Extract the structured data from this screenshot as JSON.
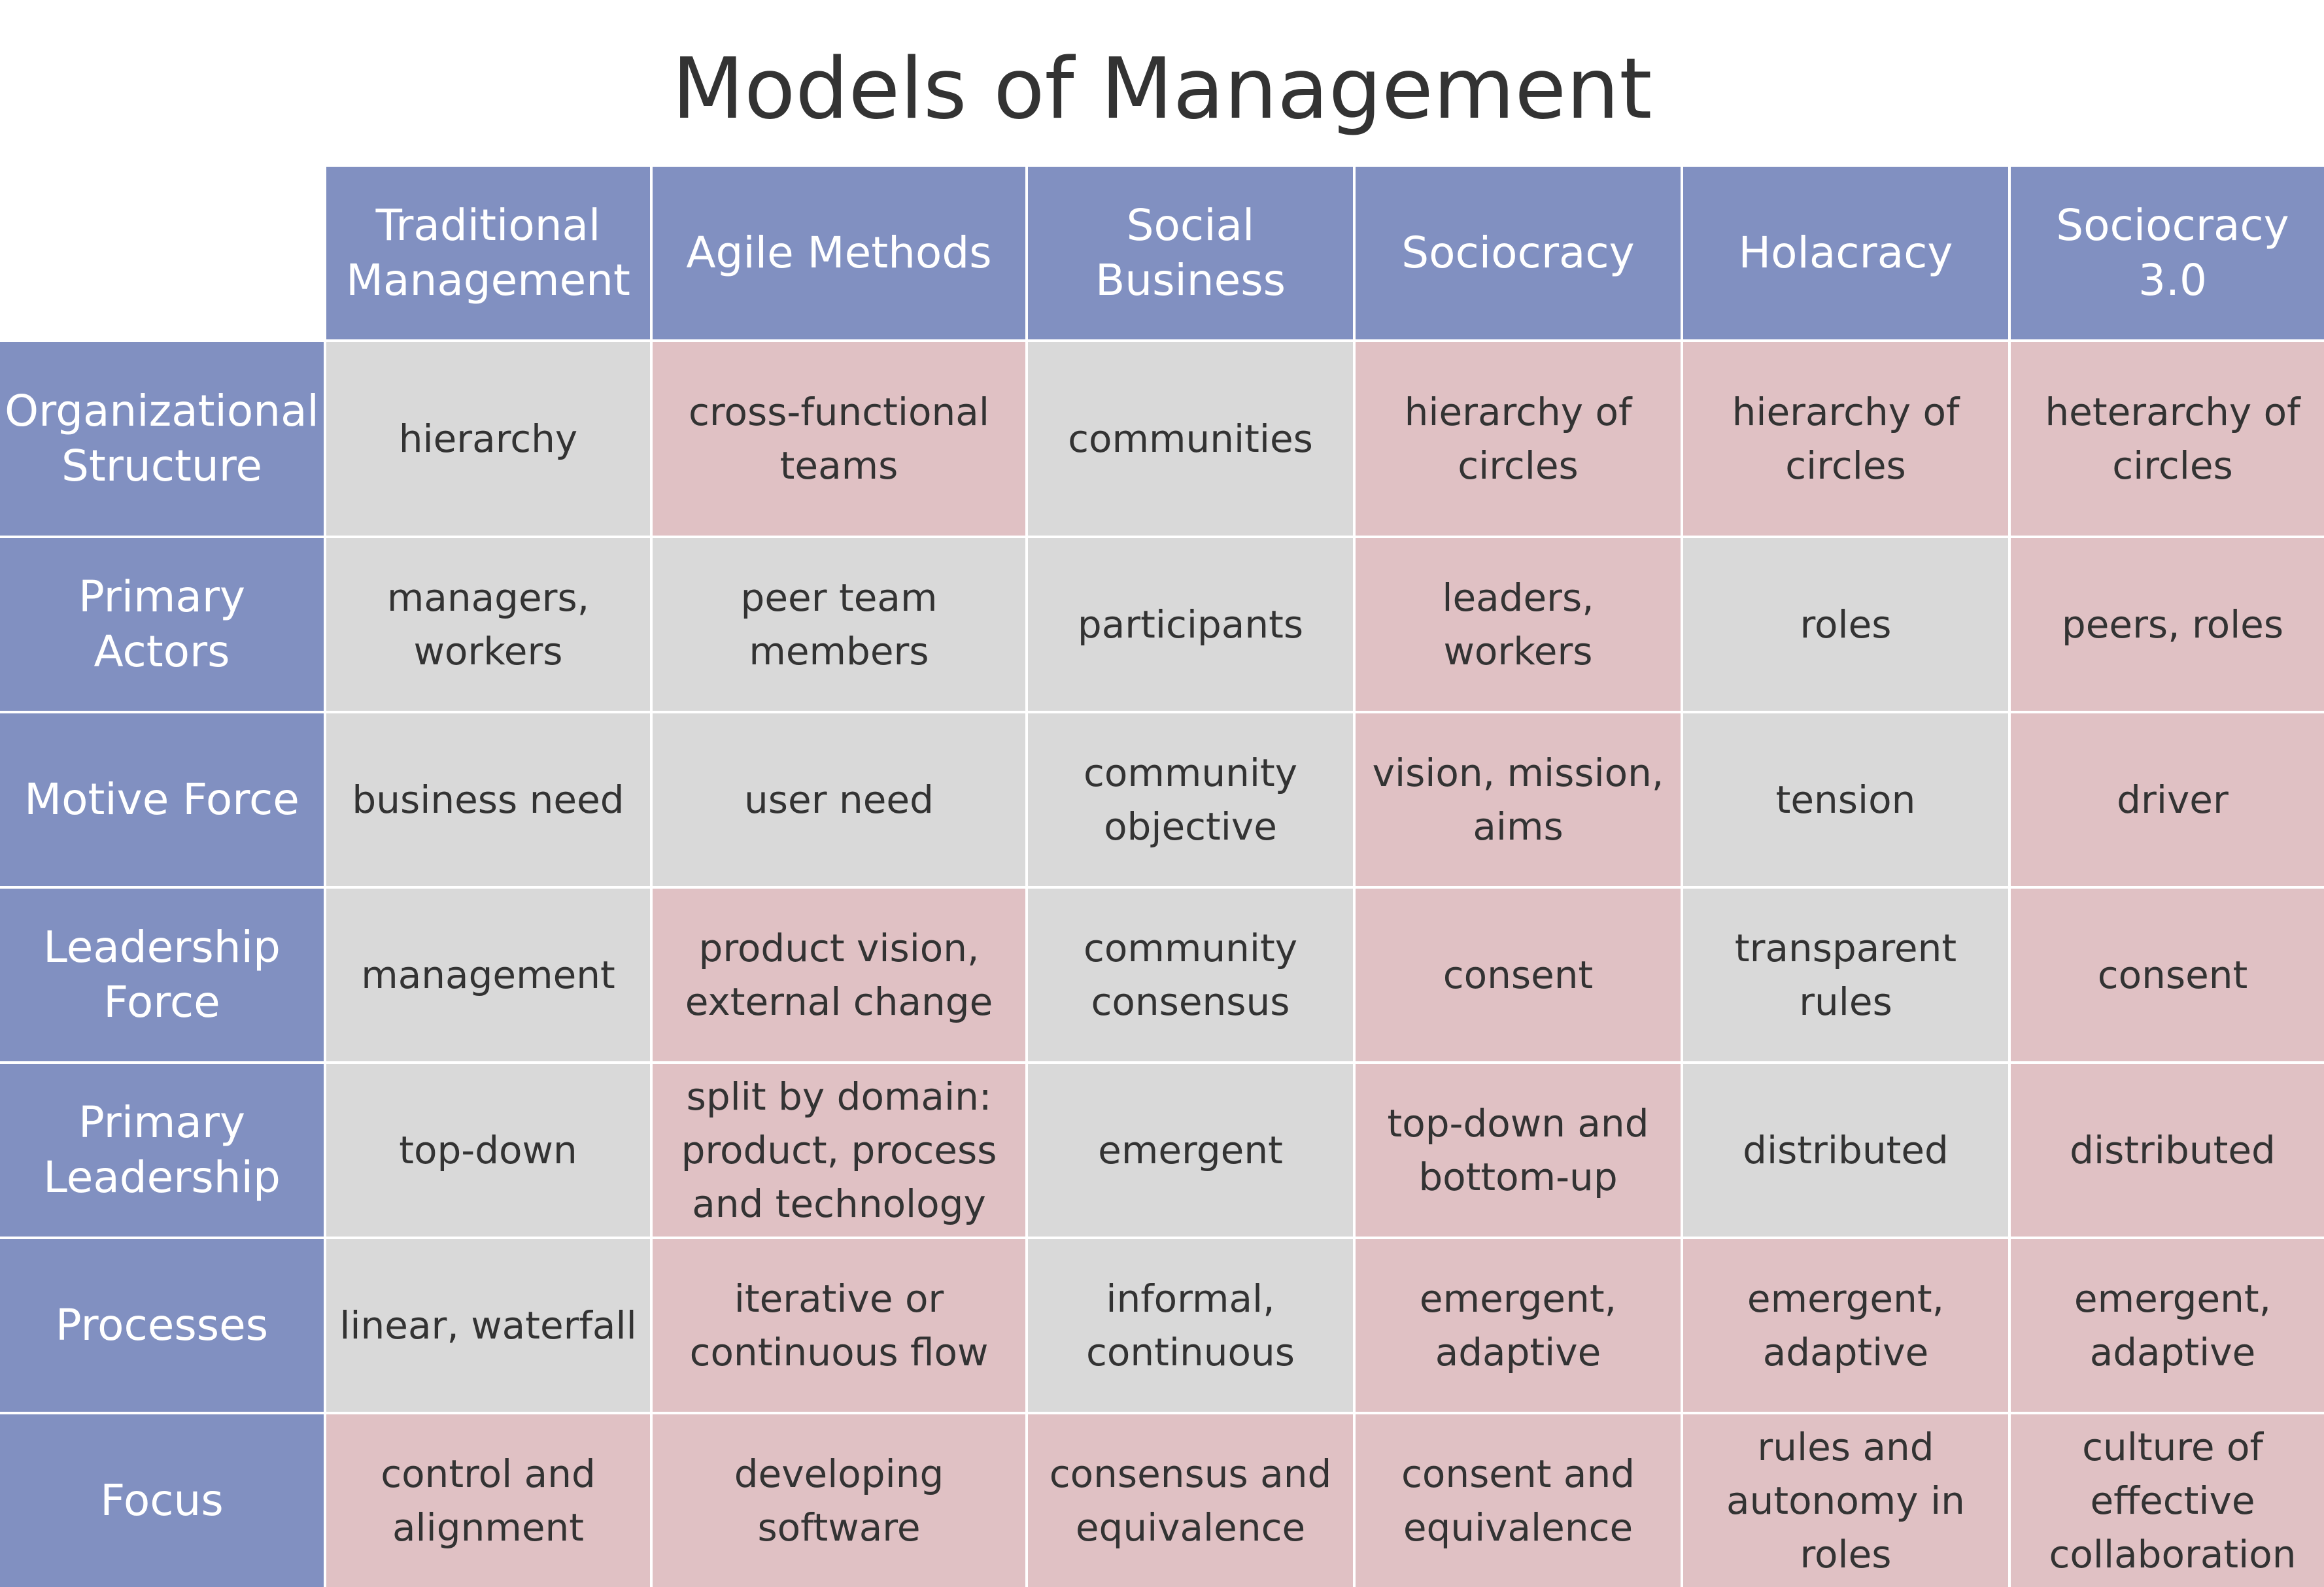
{
  "title": "Models of Management",
  "columns": [
    "Traditional Management",
    "Agile Methods",
    "Social Business",
    "Sociocracy",
    "Holacracy",
    "Sociocracy 3.0"
  ],
  "colors": {
    "header": "#8190c1",
    "gray": "#d9d9d9",
    "pink": "#e0c1c4",
    "text": "#333333"
  },
  "rows": [
    {
      "label": "Organizational Structure",
      "cells": [
        "hierarchy",
        "cross-functional teams",
        "communities",
        "hierarchy of circles",
        "hierarchy of circles",
        "heterarchy of circles"
      ],
      "shades": [
        "gray",
        "pink",
        "gray",
        "pink",
        "pink",
        "pink"
      ]
    },
    {
      "label": "Primary Actors",
      "cells": [
        "managers, workers",
        "peer team members",
        "participants",
        "leaders, workers",
        "roles",
        "peers, roles"
      ],
      "shades": [
        "gray",
        "gray",
        "gray",
        "pink",
        "gray",
        "pink"
      ]
    },
    {
      "label": "Motive Force",
      "cells": [
        "business need",
        "user need",
        "community objective",
        "vision, mission, aims",
        "tension",
        "driver"
      ],
      "shades": [
        "gray",
        "gray",
        "gray",
        "pink",
        "gray",
        "pink"
      ]
    },
    {
      "label": "Leadership Force",
      "cells": [
        "management",
        "product vision, external change",
        "community consensus",
        "consent",
        "transparent rules",
        "consent"
      ],
      "shades": [
        "gray",
        "pink",
        "gray",
        "pink",
        "gray",
        "pink"
      ]
    },
    {
      "label": "Primary Leadership",
      "cells": [
        "top-down",
        "split by domain: product, process and technology",
        "emergent",
        "top-down and bottom-up",
        "distributed",
        "distributed"
      ],
      "shades": [
        "gray",
        "pink",
        "gray",
        "pink",
        "gray",
        "pink"
      ]
    },
    {
      "label": "Processes",
      "cells": [
        "linear, waterfall",
        "iterative or continuous flow",
        "informal, continuous",
        "emergent, adaptive",
        "emergent, adaptive",
        "emergent, adaptive"
      ],
      "shades": [
        "gray",
        "pink",
        "gray",
        "pink",
        "pink",
        "pink"
      ]
    },
    {
      "label": "Focus",
      "cells": [
        "control and alignment",
        "developing software",
        "consensus and equivalence",
        "consent and equivalence",
        "rules and autonomy in roles",
        "culture of effective collaboration"
      ],
      "shades": [
        "pink",
        "pink",
        "pink",
        "pink",
        "pink",
        "pink"
      ]
    }
  ]
}
